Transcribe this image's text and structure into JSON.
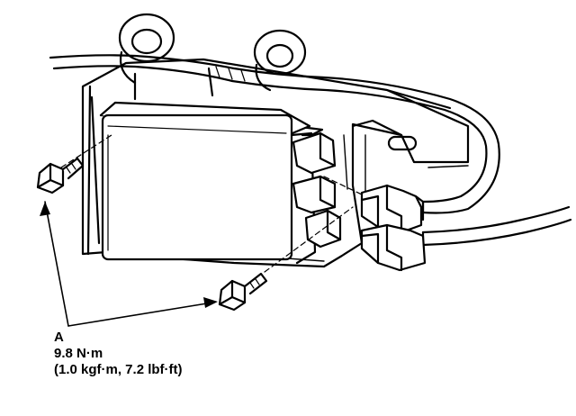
{
  "callout": {
    "letter": "A",
    "torque_metric": "9.8 N·m",
    "torque_imperial": "(1.0 kgf·m, 7.2 lbf·ft)"
  },
  "colors": {
    "ink": "#000000",
    "paper": "#ffffff"
  }
}
